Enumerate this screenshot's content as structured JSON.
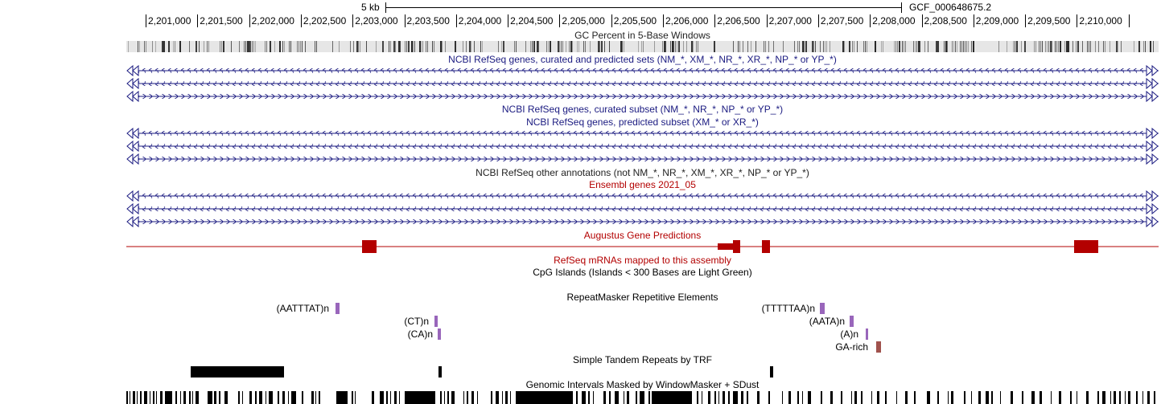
{
  "scale": {
    "label": "5 kb",
    "assembly": "GCF_000648675.2"
  },
  "ruler": {
    "ticks": [
      "2,201,000",
      "2,201,500",
      "2,202,000",
      "2,202,500",
      "2,203,000",
      "2,203,500",
      "2,204,000",
      "2,204,500",
      "2,205,000",
      "2,205,500",
      "2,206,000",
      "2,206,500",
      "2,207,000",
      "2,207,500",
      "2,208,000",
      "2,208,500",
      "2,209,000",
      "2,209,500",
      "2,210,000"
    ]
  },
  "tracks": {
    "gc_percent": "GC Percent in 5-Base Windows",
    "refseq_all": "NCBI RefSeq genes, curated and predicted sets (NM_*, XM_*, NR_*, XR_*, NP_* or YP_*)",
    "refseq_curated": "NCBI RefSeq genes, curated subset (NM_*, NR_*, NP_* or YP_*)",
    "refseq_predicted": "NCBI RefSeq genes, predicted subset (XM_* or XR_*)",
    "refseq_other": "NCBI RefSeq other annotations (not NM_*, NR_*, XM_*, XR_*, NP_* or YP_*)",
    "ensembl": "Ensembl genes 2021_05",
    "augustus": "Augustus Gene Predictions",
    "refseq_mrna": "RefSeq mRNAs mapped to this assembly",
    "cpg": "CpG Islands (Islands < 300 Bases are Light Green)",
    "repeatmasker": "RepeatMasker Repetitive Elements",
    "trf": "Simple Tandem Repeats by TRF",
    "windowmasker": "Genomic Intervals Masked by WindowMasker + SDust"
  },
  "repeats": [
    {
      "label": "(AATTTAT)n",
      "color": "#9966bb"
    },
    {
      "label": "(CT)n",
      "color": "#9966bb"
    },
    {
      "label": "(CA)n",
      "color": "#9966bb"
    },
    {
      "label": "(TTTTTAA)n",
      "color": "#9966bb"
    },
    {
      "label": "(AATA)n",
      "color": "#9966bb"
    },
    {
      "label": "(A)n",
      "color": "#9966bb"
    },
    {
      "label": "GA-rich",
      "color": "#a0524d"
    }
  ],
  "colors": {
    "gene_navy": "#1a1a80",
    "augustus_red": "#b30000"
  }
}
